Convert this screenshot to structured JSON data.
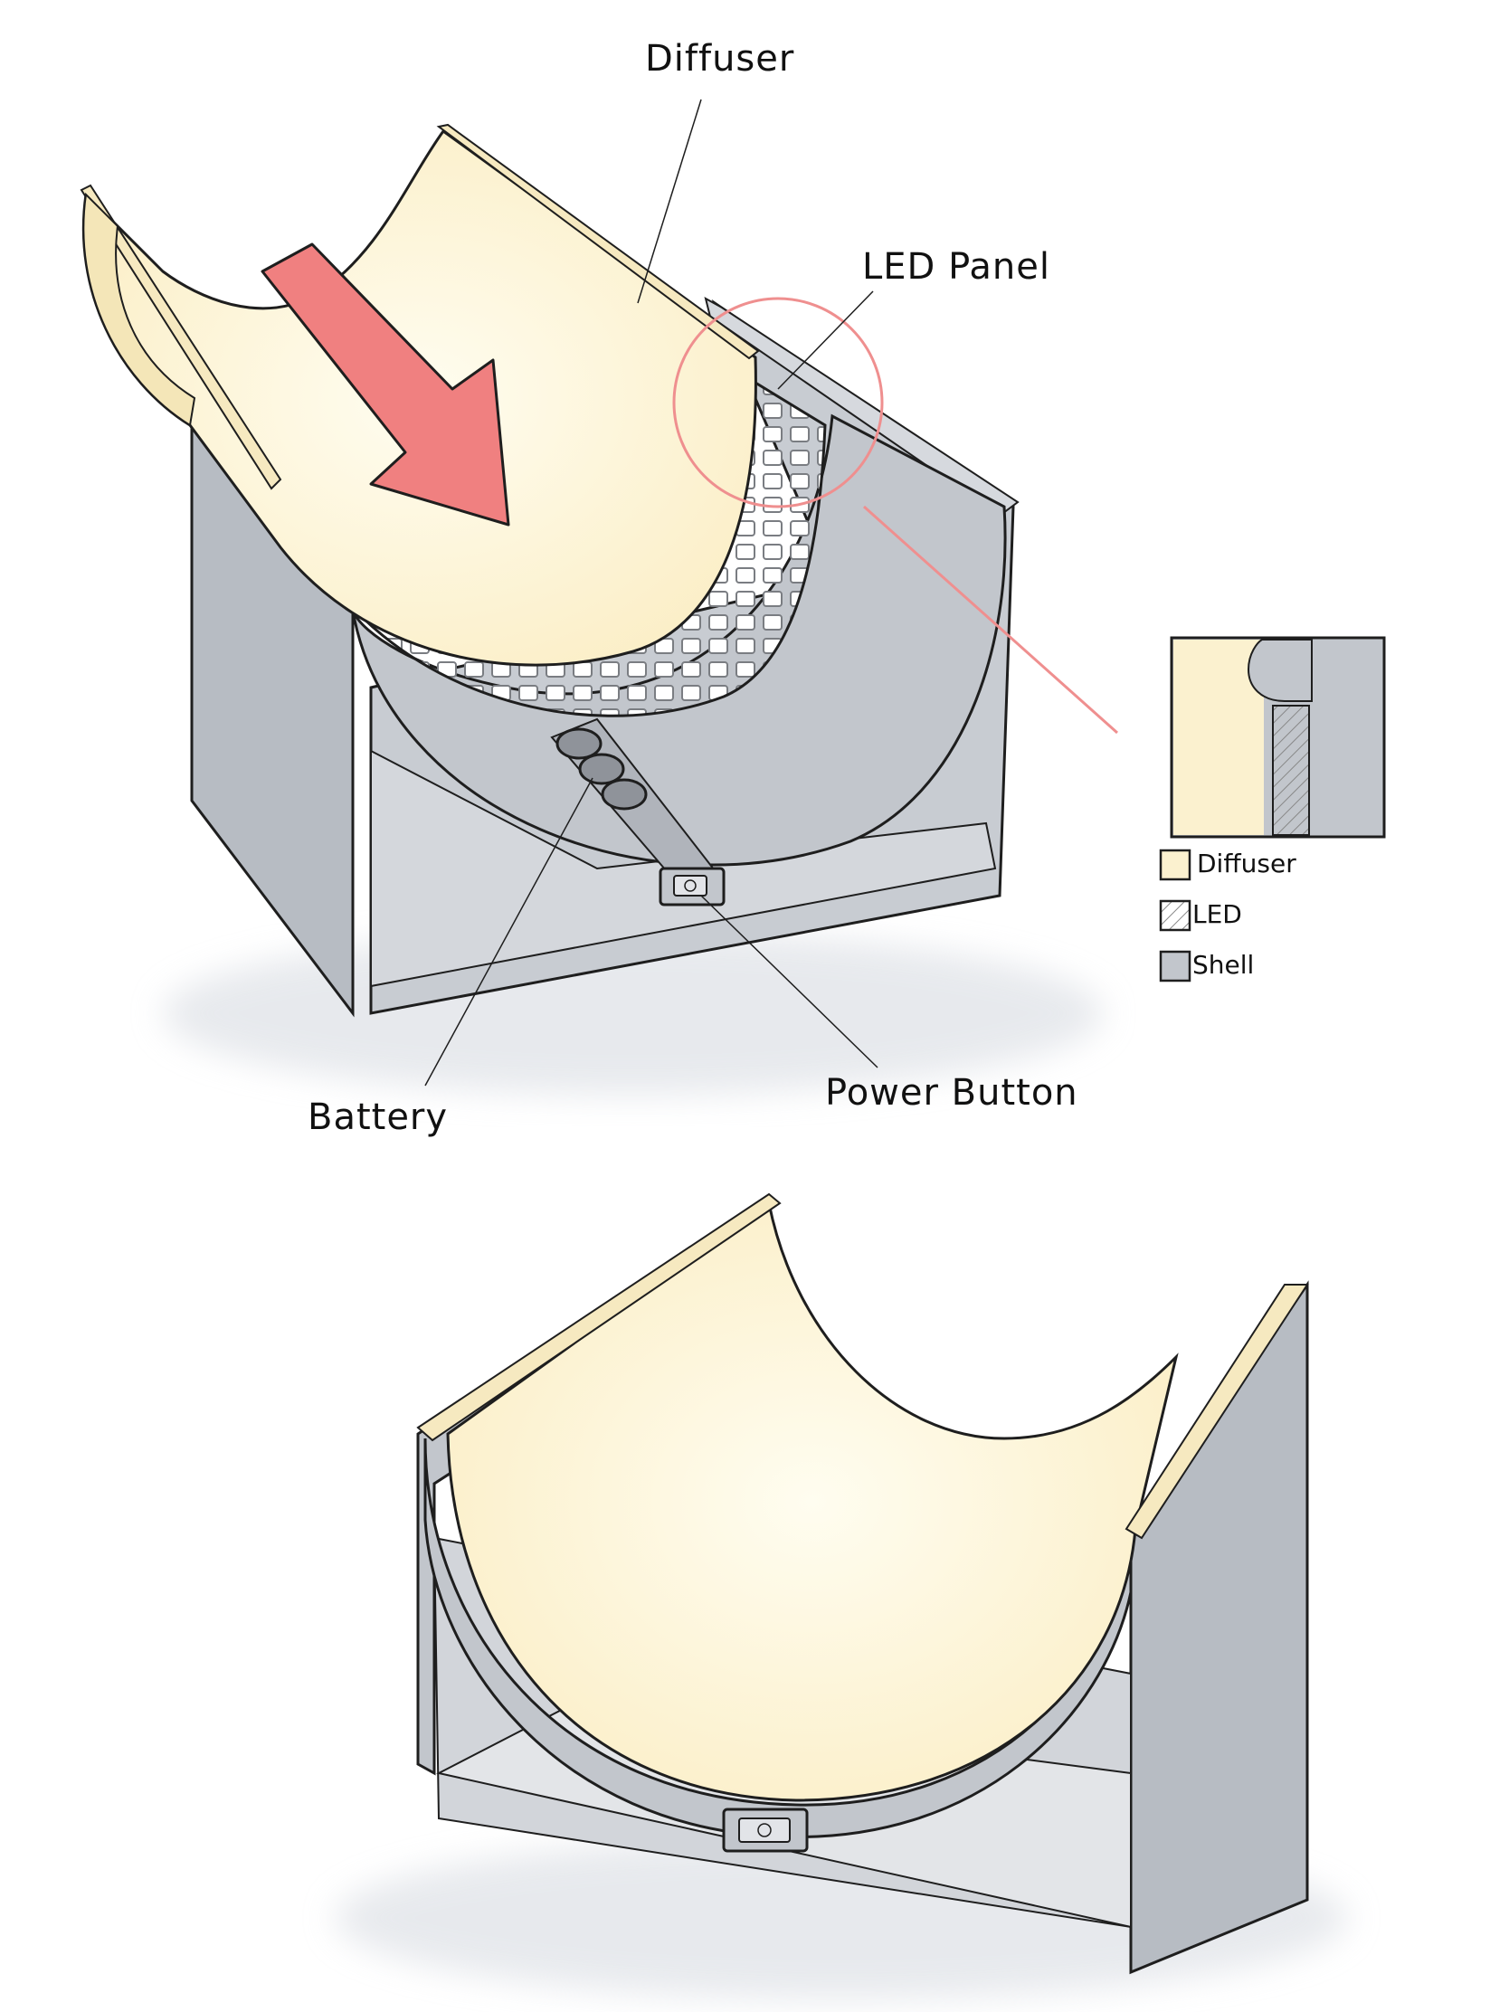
{
  "labels": {
    "diffuser": "Diffuser",
    "led_panel": "LED Panel",
    "battery": "Battery",
    "power_button": "Power Button"
  },
  "legend": {
    "items": [
      {
        "label": "Diffuser",
        "color": "#fbf1cf"
      },
      {
        "label": "LED",
        "color": "#ffffff"
      },
      {
        "label": "Shell",
        "color": "#c2c6cc"
      }
    ]
  },
  "colors": {
    "shell": "#c2c6cc",
    "shell_dark": "#a9aeb5",
    "diffuser": "#fbf1cf",
    "led": "#f3f4f6",
    "arrow": "#f08080",
    "callout": "#ef8f8f",
    "outline": "#1e1e1e"
  }
}
